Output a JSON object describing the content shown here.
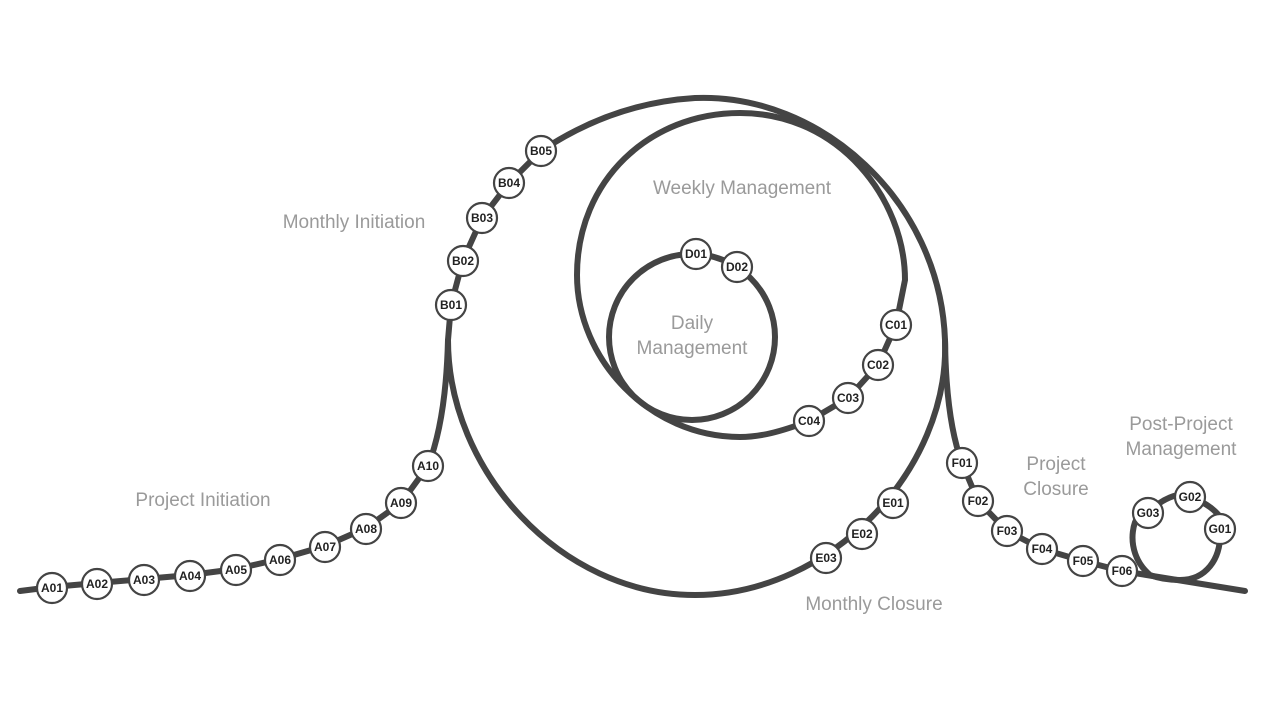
{
  "colors": {
    "track": "#444444",
    "node_fill": "#ffffff",
    "node_stroke": "#444444",
    "section_text": "#9a9a9a"
  },
  "sections": {
    "project_initiation": "Project Initiation",
    "monthly_initiation": "Monthly Initiation",
    "weekly_management": "Weekly Management",
    "daily_management_1": "Daily",
    "daily_management_2": "Management",
    "monthly_closure": "Monthly Closure",
    "project_closure_1": "Project",
    "project_closure_2": "Closure",
    "post_project_1": "Post-Project",
    "post_project_2": "Management"
  },
  "nodes": {
    "A01": "A01",
    "A02": "A02",
    "A03": "A03",
    "A04": "A04",
    "A05": "A05",
    "A06": "A06",
    "A07": "A07",
    "A08": "A08",
    "A09": "A09",
    "A10": "A10",
    "B01": "B01",
    "B02": "B02",
    "B03": "B03",
    "B04": "B04",
    "B05": "B05",
    "C01": "C01",
    "C02": "C02",
    "C03": "C03",
    "C04": "C04",
    "D01": "D01",
    "D02": "D02",
    "E01": "E01",
    "E02": "E02",
    "E03": "E03",
    "F01": "F01",
    "F02": "F02",
    "F03": "F03",
    "F04": "F04",
    "F05": "F05",
    "F06": "F06",
    "G01": "G01",
    "G02": "G02",
    "G03": "G03"
  }
}
